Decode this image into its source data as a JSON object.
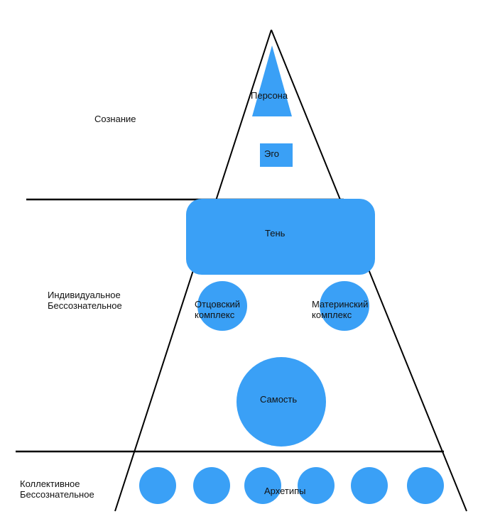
{
  "colors": {
    "shape_fill": "#3AA0F6",
    "line": "#000000",
    "background": "#FFFFFF"
  },
  "zones": {
    "consciousness": "Сознание",
    "individual_unconscious": [
      "Индивидуальное",
      "Бессознательное"
    ],
    "collective_unconscious": [
      "Коллективное",
      "Бессознательное"
    ]
  },
  "elements": {
    "persona": "Персона",
    "ego": "Эго",
    "shadow": "Тень",
    "father_complex": [
      "Отцовский",
      "комплекс"
    ],
    "mother_complex": [
      "Материнский",
      "комплекс"
    ],
    "self": "Самость",
    "archetypes": "Архетипы"
  }
}
